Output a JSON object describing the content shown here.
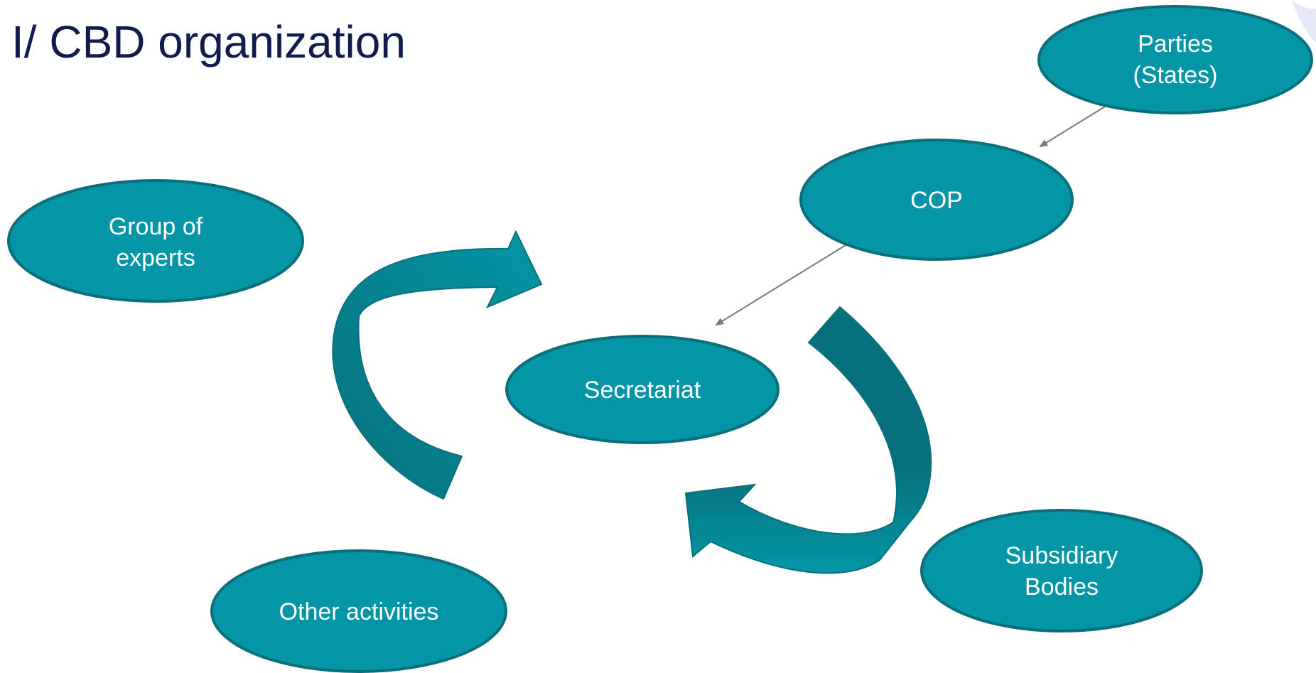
{
  "slide": {
    "title": "I/ CBD organization"
  },
  "diagram": {
    "nodes": [
      {
        "id": "parties",
        "lines": [
          "Parties",
          "(States)"
        ]
      },
      {
        "id": "cop",
        "lines": [
          "COP"
        ]
      },
      {
        "id": "group",
        "lines": [
          "Group of",
          "experts"
        ]
      },
      {
        "id": "secretariat",
        "lines": [
          "Secretariat"
        ]
      },
      {
        "id": "subsidiary",
        "lines": [
          "Subsidiary",
          "Bodies"
        ]
      },
      {
        "id": "other",
        "lines": [
          "Other activities"
        ]
      }
    ],
    "edges": [
      {
        "from": "parties",
        "to": "cop"
      },
      {
        "from": "cop",
        "to": "secretariat"
      }
    ]
  },
  "colors": {
    "node_fill": "#0496a6",
    "node_stroke": "#0b6f7a",
    "curved_arrow_dark": "#06717c",
    "curved_arrow_light": "#0496a6",
    "connector": "#7a7a7a",
    "title": "#0f1c4d"
  }
}
